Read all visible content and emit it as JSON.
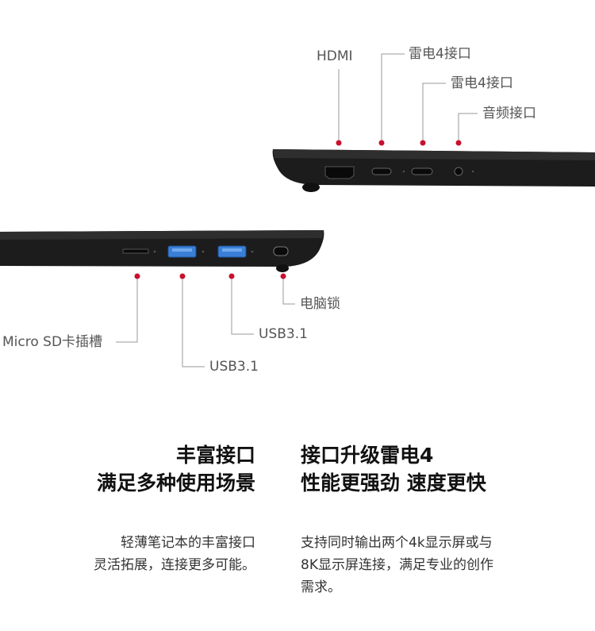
{
  "top_ports": {
    "hdmi": "HDMI",
    "thunderbolt_a": "雷电4接口",
    "thunderbolt_b": "雷电4接口",
    "audio": "音频接口"
  },
  "bottom_ports": {
    "lock": "电脑锁",
    "usb_a": "USB3.1",
    "microsd": "Micro SD卡插槽",
    "usb_b": "USB3.1"
  },
  "left_block": {
    "title_line1": "丰富接口",
    "title_line2": "满足多种使用场景",
    "body_line1": "轻薄笔记本的丰富接口",
    "body_line2": "灵活拓展，连接更多可能。"
  },
  "right_block": {
    "title_line1": "接口升级雷电4",
    "title_line2": "性能更强劲  速度更快",
    "body_line1": "支持同时输出两个4k显示屏或与",
    "body_line2": "8K显示屏连接，满足专业的创作",
    "body_line3": "需求。"
  },
  "colors": {
    "accent_dot": "#c8102e",
    "leader_line": "#9a9a9a",
    "laptop_body": "#1c1c1c"
  }
}
